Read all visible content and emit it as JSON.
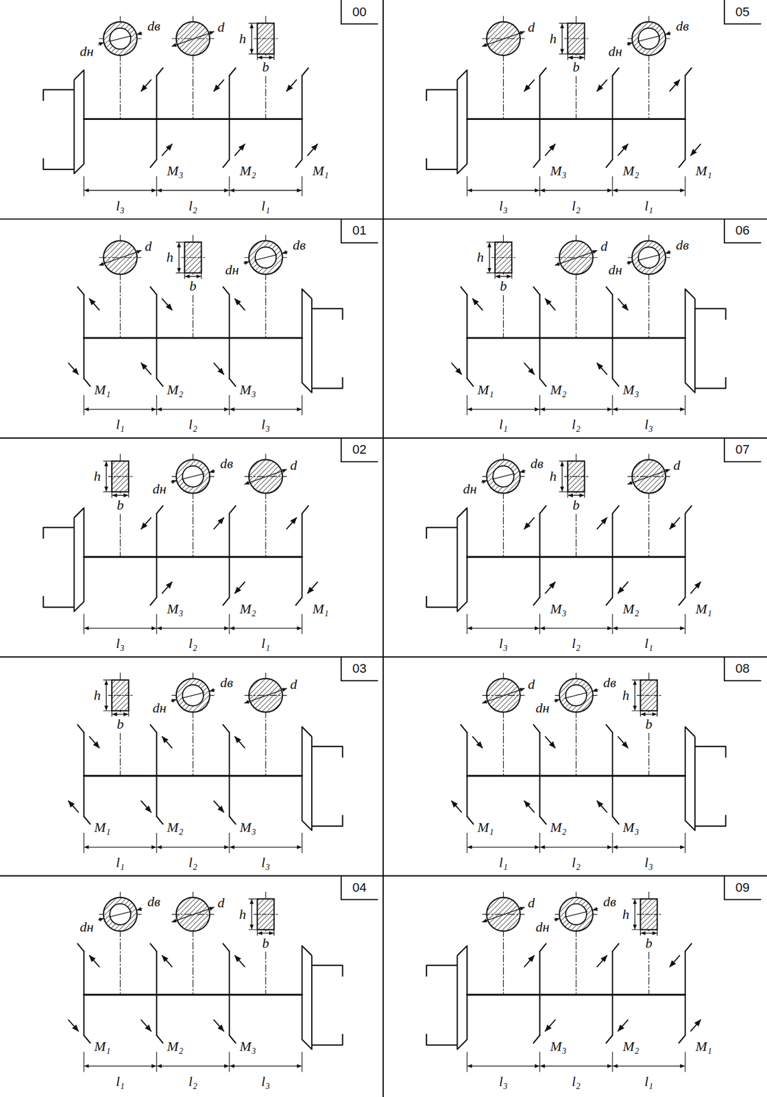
{
  "diagram": {
    "labels": [
      "00",
      "dн",
      "dв",
      "d",
      "h",
      "b",
      "M₃",
      "M₂",
      "M₁",
      "l₃",
      "l₂",
      "l₁",
      "05",
      "d",
      "h",
      "b",
      "dн",
      "dв",
      "M₃",
      "M₂",
      "M₁",
      "l₃",
      "l₂",
      "l₁",
      "01",
      "d",
      "h",
      "b",
      "dн",
      "dв",
      "M₁",
      "M₂",
      "M₃",
      "l₁",
      "l₂",
      "l₃",
      "06",
      "h",
      "b",
      "d",
      "dн",
      "dв",
      "M₁",
      "M₂",
      "M₃",
      "l₁",
      "l₂",
      "l₃",
      "02",
      "h",
      "b",
      "dн",
      "dв",
      "d",
      "M₃",
      "M₂",
      "M₁",
      "l₃",
      "l₂",
      "l₁",
      "07",
      "dн",
      "dв",
      "h",
      "b",
      "d",
      "M₃",
      "M₂",
      "M₁",
      "l₃",
      "l₂",
      "l₁",
      "03",
      "h",
      "b",
      "dн",
      "dв",
      "d",
      "M₁",
      "M₂",
      "M₃",
      "l₁",
      "l₂",
      "l₃",
      "08",
      "d",
      "dн",
      "dв",
      "h",
      "b",
      "M₁",
      "M₂",
      "M₃",
      "l₁",
      "l₂",
      "l₃",
      "04",
      "dн",
      "dв",
      "d",
      "h",
      "b",
      "M₁",
      "M₂",
      "M₃",
      "l₁",
      "l₂",
      "l₃",
      "09",
      "d",
      "dн",
      "dв",
      "h",
      "b",
      "M₃",
      "M₂",
      "M₁",
      "l₃",
      "l₂",
      "l₁"
    ]
  }
}
